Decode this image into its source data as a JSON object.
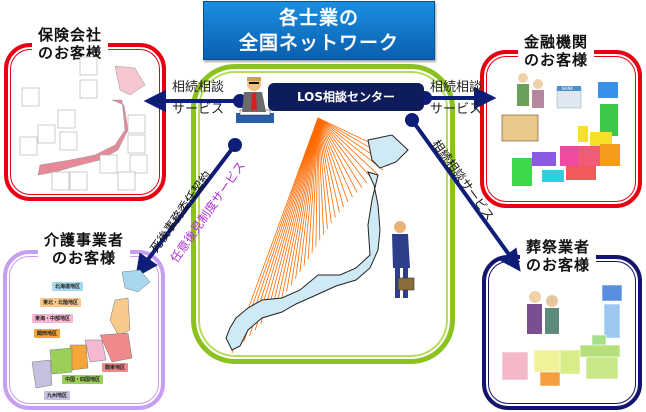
{
  "title": {
    "line1": "各士業の",
    "line2": "全国ネットワーク"
  },
  "center": {
    "label": "LOS相談センター",
    "icons": [
      "businessman-at-desk-phone-icon",
      "businessman-with-briefcase-icon",
      "japan-map-network-icon"
    ]
  },
  "customers": {
    "insurance": {
      "line1": "保険会社",
      "line2": "のお客様",
      "color": "#e60012"
    },
    "finance": {
      "line1": "金融機関",
      "line2": "のお客様",
      "color": "#e60012",
      "bank_sign": "BANK"
    },
    "nursing": {
      "line1": "介護事業者",
      "line2": "のお客様",
      "color": "#c79ff0",
      "regions": [
        {
          "name": "北海道地区",
          "color": "#a8d8f0"
        },
        {
          "name": "東北・北陸地区",
          "color": "#f7c98a"
        },
        {
          "name": "東海・中部地区",
          "color": "#f5b8d3"
        },
        {
          "name": "関西地区",
          "color": "#f4a63a"
        },
        {
          "name": "関東地区",
          "color": "#ef8a8a"
        },
        {
          "name": "中国・四国地区",
          "color": "#9ccf5a"
        },
        {
          "name": "九州地区",
          "color": "#c5c0e0"
        }
      ]
    },
    "funeral": {
      "line1": "葬祭業者",
      "line2": "のお客様",
      "color": "#14146e"
    }
  },
  "arrows": {
    "left": {
      "line1": "相続相談",
      "line2": "サービス"
    },
    "right": {
      "line1": "相続相談",
      "line2": "サービス"
    },
    "down_left_top": "死後事務委任契約",
    "down_left_bottom": "任意後見制度サービス",
    "down_right": "相続相談サービス"
  },
  "colors": {
    "arrow": "#0e1d78",
    "network_lines": "#ff6a00",
    "center_border": "#8cc21f",
    "title_bg": "#1278cc",
    "purple_text": "#b030d8"
  }
}
